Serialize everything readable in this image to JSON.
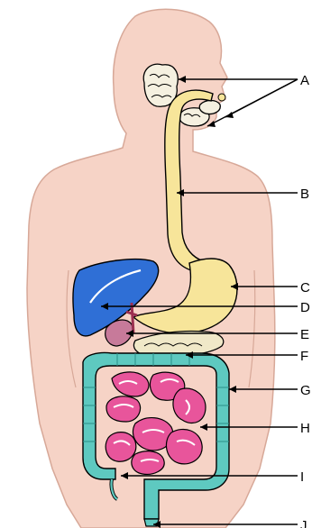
{
  "labels": [
    {
      "id": "A",
      "text": "A"
    },
    {
      "id": "B",
      "text": "B"
    },
    {
      "id": "C",
      "text": "C"
    },
    {
      "id": "D",
      "text": "D"
    },
    {
      "id": "E",
      "text": "E"
    },
    {
      "id": "F",
      "text": "F"
    },
    {
      "id": "G",
      "text": "G"
    },
    {
      "id": "H",
      "text": "H"
    },
    {
      "id": "I",
      "text": "I"
    },
    {
      "id": "J",
      "text": "J"
    }
  ],
  "colors": {
    "skin": "#f6d3c6",
    "skin_outline": "#d7a898",
    "esophagus_stomach": "#f7e59a",
    "liver": "#2f6fd6",
    "large_intestine": "#5ec9c0",
    "small_intestine": "#e8559b",
    "pancreas": "#f0e8c8",
    "salivary": "#f5f0e0"
  }
}
